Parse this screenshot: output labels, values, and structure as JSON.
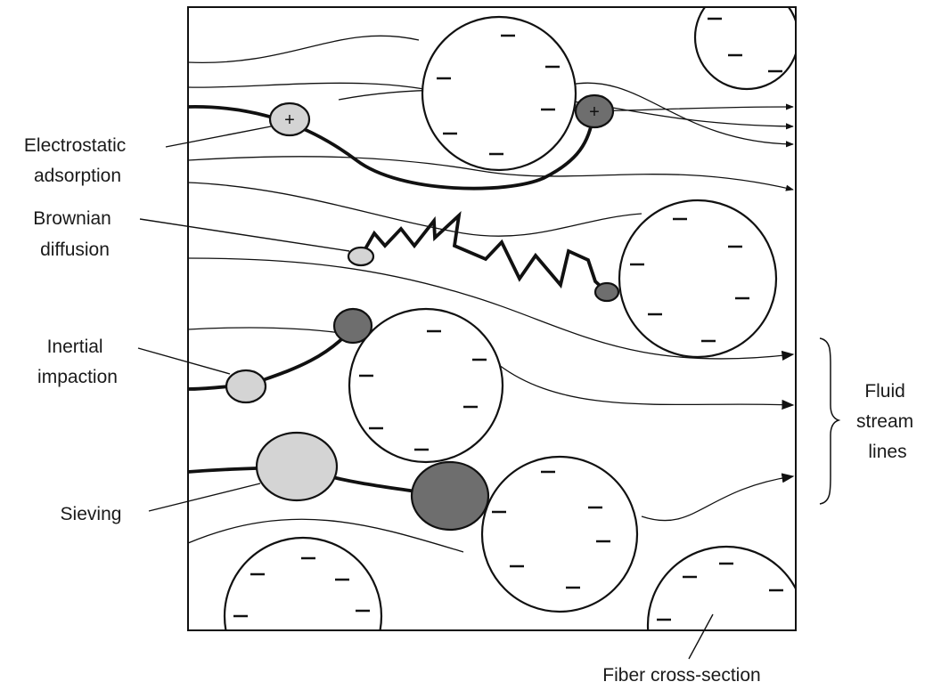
{
  "labels": {
    "electrostatic": [
      "Electrostatic",
      "adsorption"
    ],
    "brownian": [
      "Brownian",
      "diffusion"
    ],
    "inertial": [
      "Inertial",
      "impaction"
    ],
    "sieving": "Sieving",
    "fluid": [
      "Fluid",
      "stream",
      "lines"
    ],
    "fiber": "Fiber cross-section"
  },
  "charges": {
    "fiber": "−",
    "particle": "+"
  },
  "colors": {
    "outline": "#111111",
    "particle_light": "#d4d4d4",
    "particle_dark": "#6e6e6e",
    "fiber_fill": "#ffffff",
    "background": "#ffffff"
  }
}
